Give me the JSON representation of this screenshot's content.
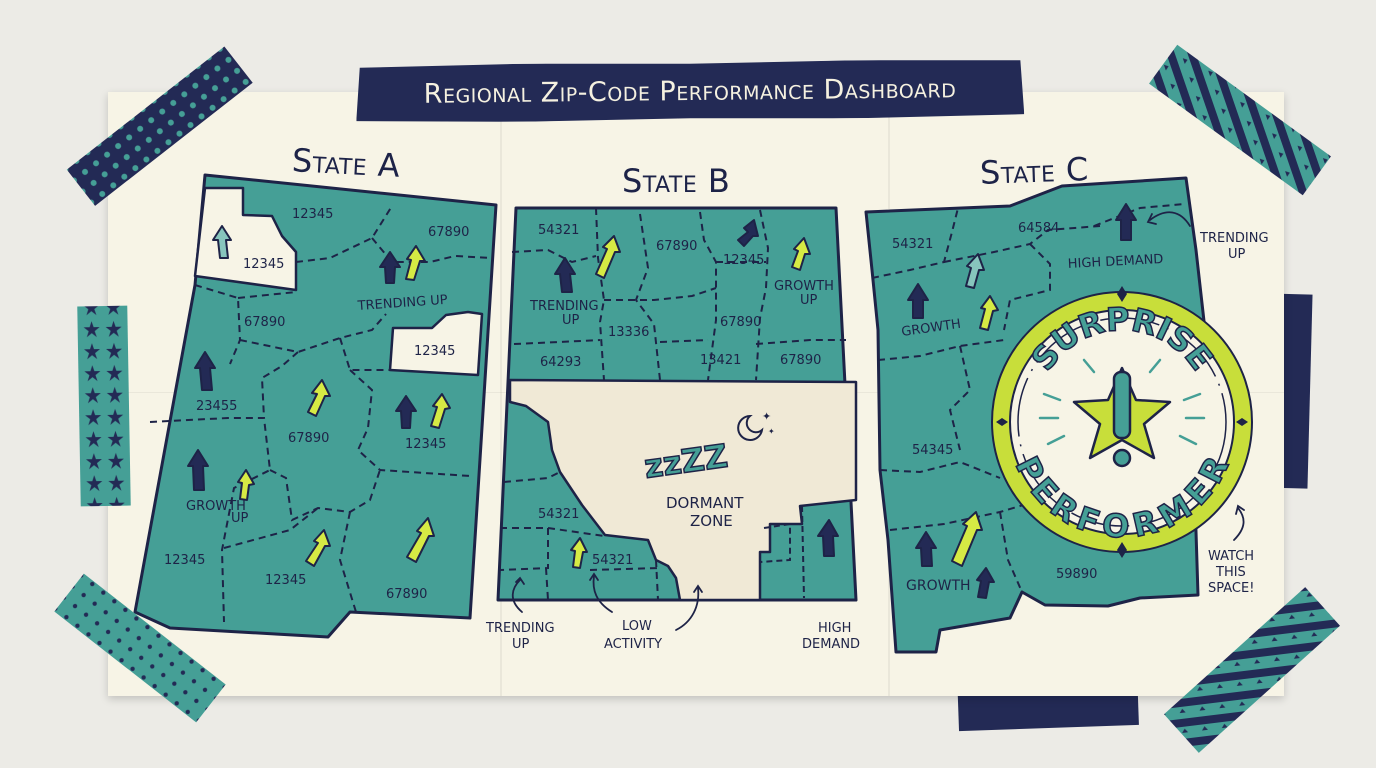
{
  "dashboard": {
    "title": "Regional Zip-Code Performance Dashboard"
  },
  "colors": {
    "region_fill": "#459f96",
    "outline": "#1e2347",
    "paper": "#f7f4e6",
    "arrow_dark": "#232a55",
    "arrow_lime": "#d6ea44",
    "dormant_fill": "#f0e9d6",
    "badge_ring": "#c8de3a"
  },
  "state_a": {
    "title": "State A",
    "zips": {
      "z1": "12345",
      "z2": "67890",
      "z3": "12345",
      "z4": "67890",
      "z5": "12345",
      "z6": "23455",
      "z7": "67890",
      "z8": "12345",
      "z9": "12345",
      "z10": "12345",
      "z11": "67890"
    },
    "labels": {
      "trending": "Trending Up",
      "growth_1": "Growth",
      "growth_2": "Up"
    }
  },
  "state_b": {
    "title": "State B",
    "zips": {
      "z1": "54321",
      "z2": "67890",
      "z3": "12345",
      "z4": "13336",
      "z5": "67890",
      "z6": "64293",
      "z7": "13421",
      "z8": "67890",
      "z9": "54321",
      "z10": "54321"
    },
    "labels": {
      "trending_1": "Trending",
      "trending_2": "Up",
      "growth_1": "Growth",
      "growth_2": "Up",
      "dormant_1": "Dormant",
      "dormant_2": "Zone",
      "snore": "zzZZ"
    },
    "callouts": {
      "trending_1": "Trending",
      "trending_2": "Up",
      "low_1": "Low",
      "low_2": "Activity",
      "high_1": "High",
      "high_2": "Demand"
    }
  },
  "state_c": {
    "title": "State C",
    "zips": {
      "z1": "54321",
      "z2": "64584",
      "z3": "54345",
      "z4": "59890"
    },
    "labels": {
      "high_demand": "High Demand",
      "growth_1": "Growth",
      "growth_2": "Growth"
    },
    "callouts": {
      "trending_1": "Trending",
      "trending_2": "Up",
      "watch_1": "Watch",
      "watch_2": "This",
      "watch_3": "Space!"
    },
    "badge": {
      "line1": "Surprise",
      "line2": "Performer"
    }
  }
}
